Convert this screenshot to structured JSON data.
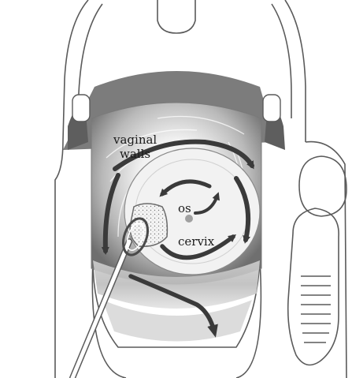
{
  "labels": {
    "vaginal_walls_line1": "vaginal",
    "vaginal_walls_line2": "walls",
    "os": "os",
    "cervix": "cervix"
  },
  "colors": {
    "outline": "#5a5a5a",
    "arrow": "#3a3a3a",
    "wall_dark": "#6e6e6e",
    "wall_mid": "#a9a9a9",
    "wall_light": "#e8e8e8",
    "cervix_fill": "#f2f2f2",
    "sponge_fill": "#f4f4f4",
    "os_dot": "#a0a0a0"
  }
}
